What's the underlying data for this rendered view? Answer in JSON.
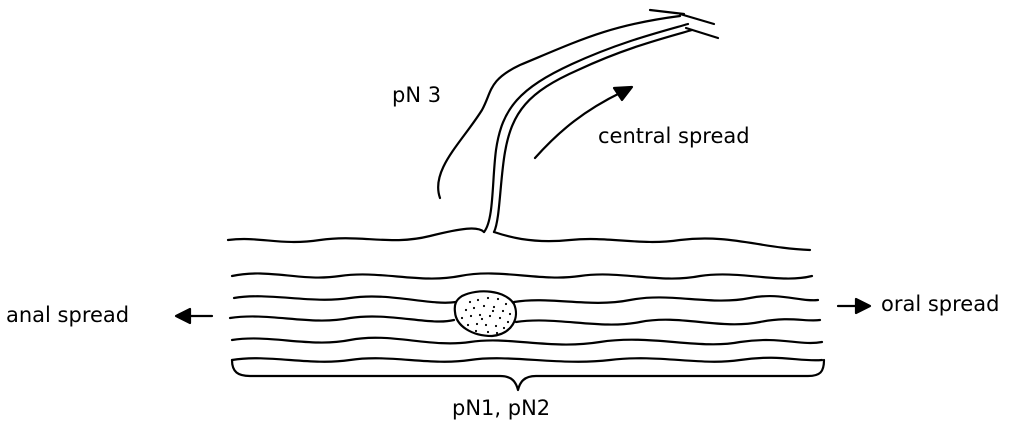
{
  "labels": {
    "pn3": "pN 3",
    "central_spread": "central spread",
    "anal_spread": "anal spread",
    "oral_spread": "oral spread",
    "pn1_pn2": "pN1, pN2"
  }
}
